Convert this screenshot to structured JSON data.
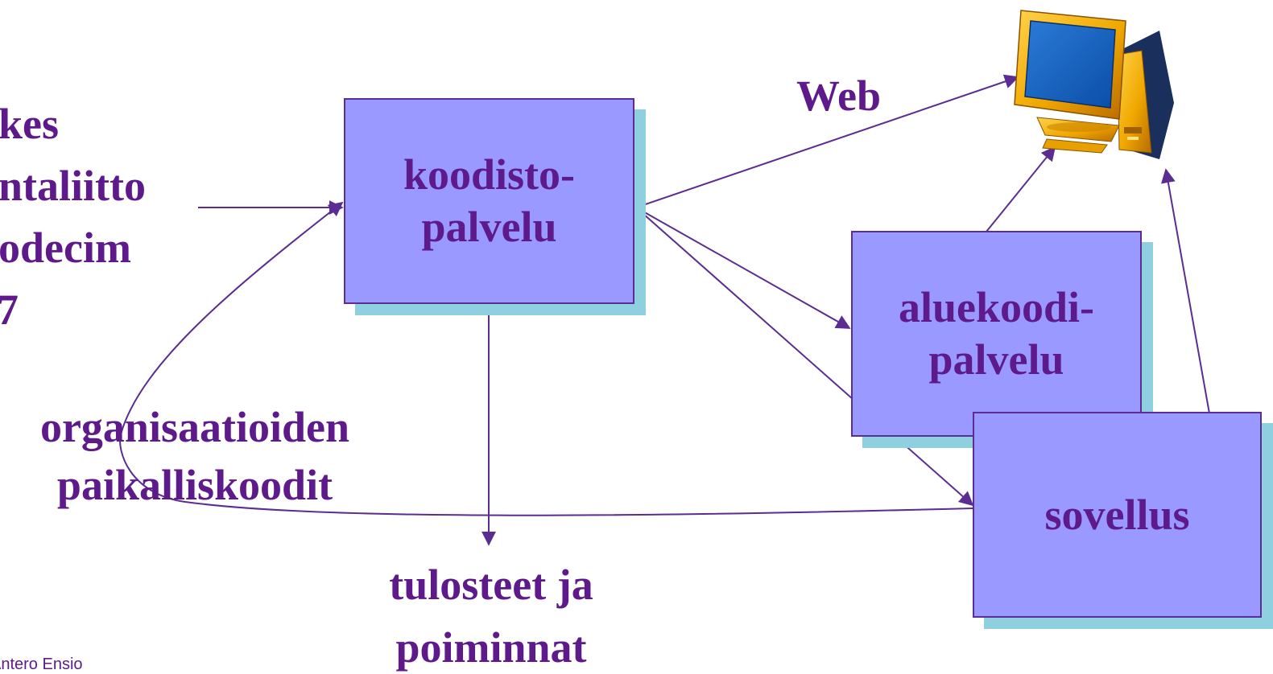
{
  "sources": [
    "kes",
    "ntaliitto",
    "odecim",
    "7"
  ],
  "boxes": {
    "koodisto": [
      "koodisto-",
      "palvelu"
    ],
    "aluekoodi": [
      "aluekoodi-",
      "palvelu"
    ],
    "sovellus": [
      "sovellus"
    ]
  },
  "labels": {
    "web": "Web",
    "local_codes": [
      "organisaatioiden",
      "paikalliskoodit"
    ],
    "outputs": [
      "tulosteet ja",
      "poiminnat"
    ]
  },
  "footer": "Antero Ensio",
  "icons": {
    "computer": "computer-monitor-icon"
  },
  "colors": {
    "box_fill": "#9999ff",
    "box_shadow": "#8ecfe0",
    "text": "#5e1a8b",
    "arrow": "#5b2c91"
  }
}
